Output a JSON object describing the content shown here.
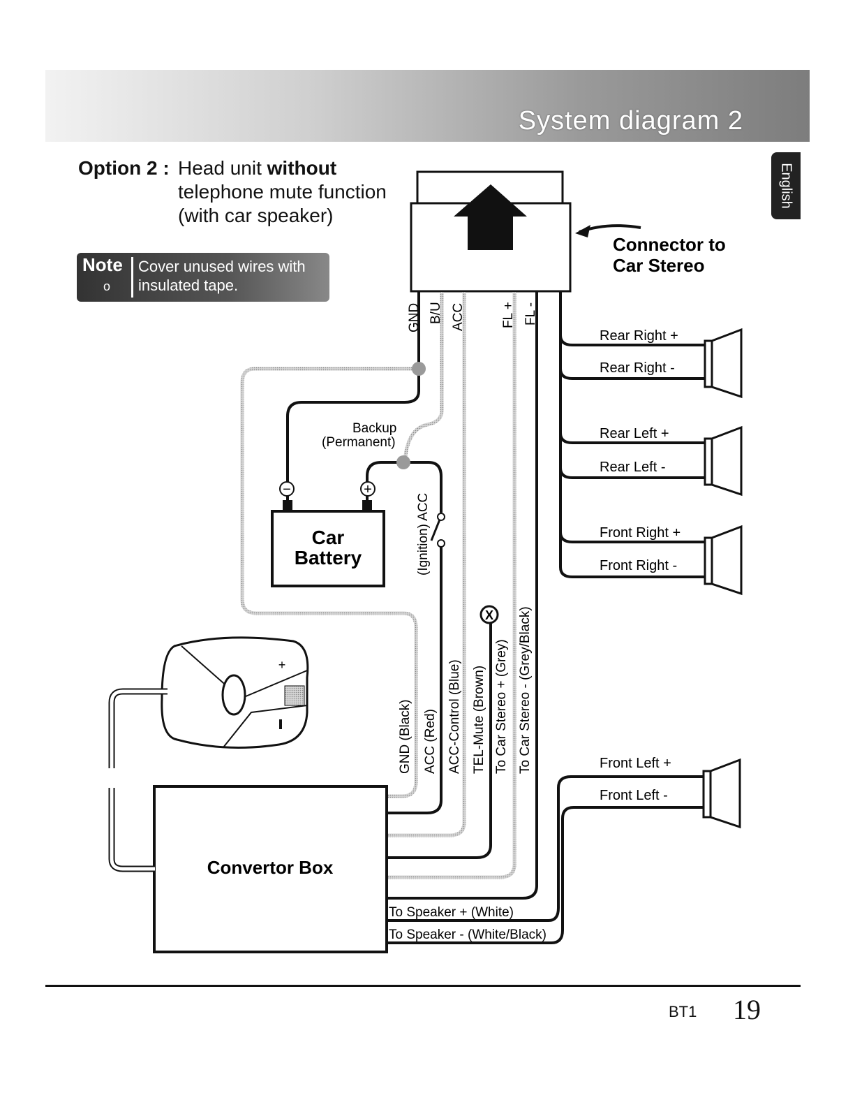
{
  "header": {
    "title": "System diagram 2"
  },
  "language_tab": "English",
  "option": {
    "label": "Option 2 :",
    "line1_plain": "Head unit ",
    "line1_bold": "without",
    "line2": "telephone mute function",
    "line3": "(with car speaker)"
  },
  "note": {
    "heading": "Note",
    "sub": "o",
    "text": "Cover unused wires with insulated tape."
  },
  "diagram": {
    "connector_label_1": "Connector to",
    "connector_label_2": "Car Stereo",
    "pin_labels": [
      "GND",
      "B/U",
      "ACC",
      "FL +",
      "FL -"
    ],
    "backup_1": "Backup",
    "backup_2": "(Permanent)",
    "ignition_label": "(Ignition) ACC",
    "battery_1": "Car",
    "battery_2": "Battery",
    "minus_sign": "−",
    "plus_sign": "+",
    "convertor_box": "Convertor Box",
    "x_marker": "X",
    "wire_labels": [
      "GND (Black)",
      "ACC (Red)",
      "ACC-Control (Blue)",
      "TEL-Mute (Brown)",
      "To Car Stereo + (Grey)",
      "To Car Stereo - (Grey/Black)"
    ],
    "speaker_wire_1": "To Speaker + (White)",
    "speaker_wire_2": "To Speaker - (White/Black)",
    "speakers": [
      {
        "plus": "Rear Right +",
        "minus": "Rear Right -"
      },
      {
        "plus": "Rear Left +",
        "minus": "Rear Left -"
      },
      {
        "plus": "Front Right +",
        "minus": "Front Right -"
      },
      {
        "plus": "Front Left +",
        "minus": "Front Left -"
      }
    ]
  },
  "footer": {
    "model": "BT1",
    "page": "19"
  }
}
